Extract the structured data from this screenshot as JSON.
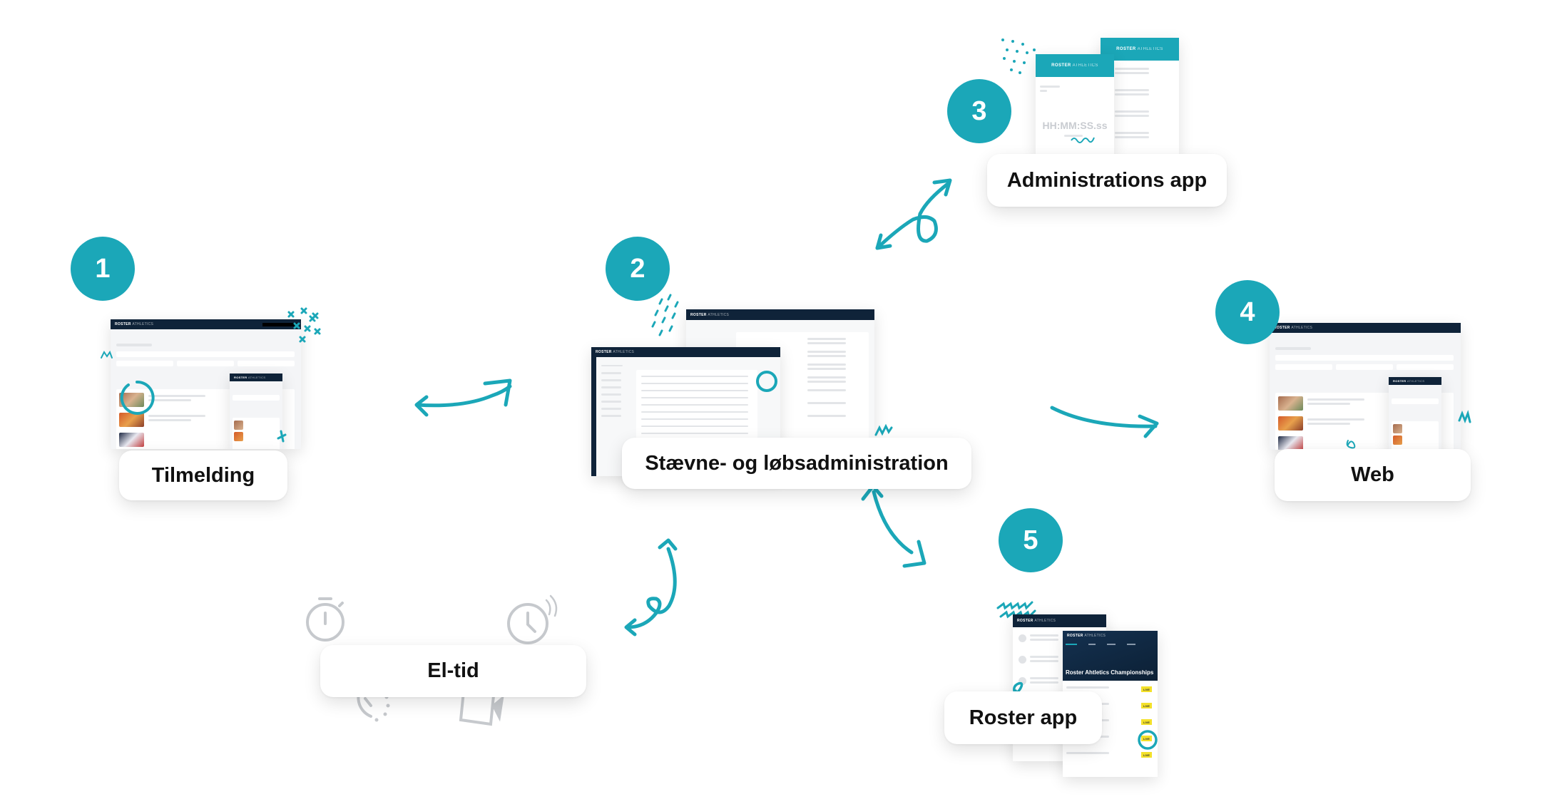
{
  "diagram": {
    "accent_color": "#1ba7b8",
    "navy_color": "#0f2339",
    "steps": [
      {
        "number": "1",
        "label": "Tilmelding"
      },
      {
        "number": "2",
        "label": "Stævne- og løbsadministration"
      },
      {
        "number": "3",
        "label": "Administrations app"
      },
      {
        "number": "4",
        "label": "Web"
      },
      {
        "number": "5",
        "label": "Roster app"
      }
    ],
    "timing": {
      "label": "El-tid"
    },
    "mockups": {
      "brand_bold": "ROSTER",
      "brand_light": "ATHLETICS",
      "admin_app_timer": "HH:MM:SS.ss",
      "roster_app_event_title": "Roster Ahtletics Championships",
      "live_badge": "LIVE"
    },
    "connections": [
      {
        "from": "Tilmelding",
        "to": "Stævne- og løbsadministration",
        "direction": "both"
      },
      {
        "from": "Stævne- og løbsadministration",
        "to": "Administrations app",
        "direction": "both"
      },
      {
        "from": "Stævne- og løbsadministration",
        "to": "Web",
        "direction": "forward"
      },
      {
        "from": "Stævne- og løbsadministration",
        "to": "Roster app",
        "direction": "both"
      },
      {
        "from": "El-tid",
        "to": "Stævne- og løbsadministration",
        "direction": "both"
      }
    ]
  }
}
